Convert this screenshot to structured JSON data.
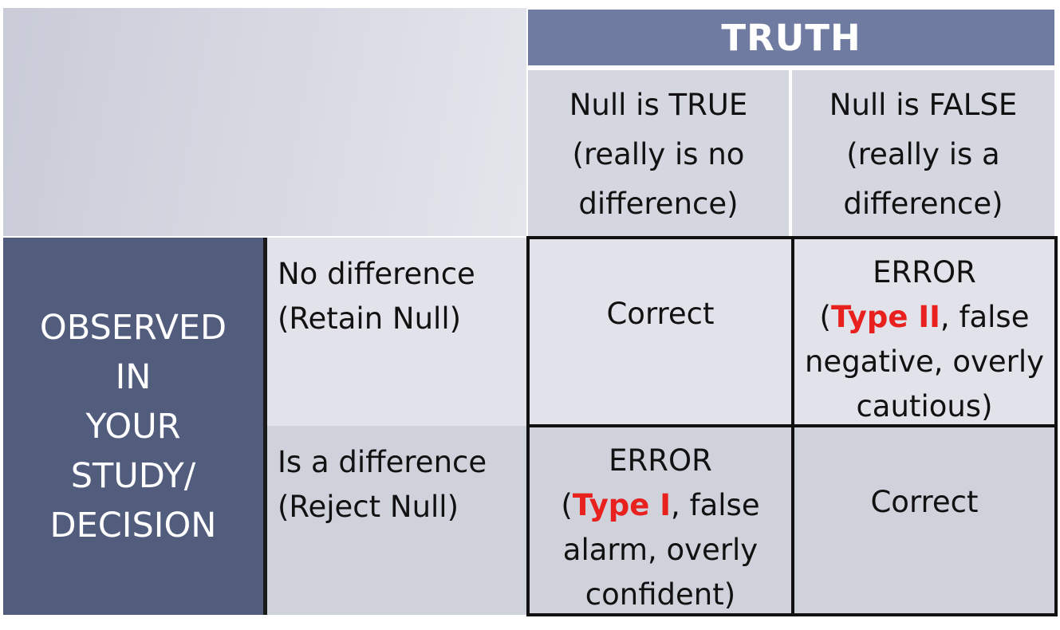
{
  "table": {
    "header": {
      "truth": "TRUTH"
    },
    "columns": [
      {
        "line1": "Null is TRUE",
        "line2": "(really is no",
        "line3": "difference)"
      },
      {
        "line1": "Null is FALSE",
        "line2": "(really is a",
        "line3": "difference)"
      }
    ],
    "observed": {
      "line1": "OBSERVED",
      "line2": "IN",
      "line3": "YOUR",
      "line4": "STUDY/",
      "line5": "DECISION"
    },
    "rows": [
      {
        "label1": "No difference",
        "label2": "(Retain Null)"
      },
      {
        "label1": "Is a difference",
        "label2": "(Reject Null)"
      }
    ],
    "cells": {
      "r1c1": "Correct",
      "r1c2": {
        "line1": "ERROR",
        "open": "(",
        "type": "Type II",
        "rest": ", false",
        "line3": "negative, overly",
        "line4": "cautious)"
      },
      "r2c1": {
        "line1": "ERROR",
        "open": "(",
        "type": "Type I",
        "rest": ", false",
        "line3": "alarm, overly",
        "line4": "confident)"
      },
      "r2c2": "Correct"
    },
    "colors": {
      "header_bg": "#6f7ba0",
      "side_bg": "#525c7d",
      "highlight": "#e8201e"
    }
  }
}
